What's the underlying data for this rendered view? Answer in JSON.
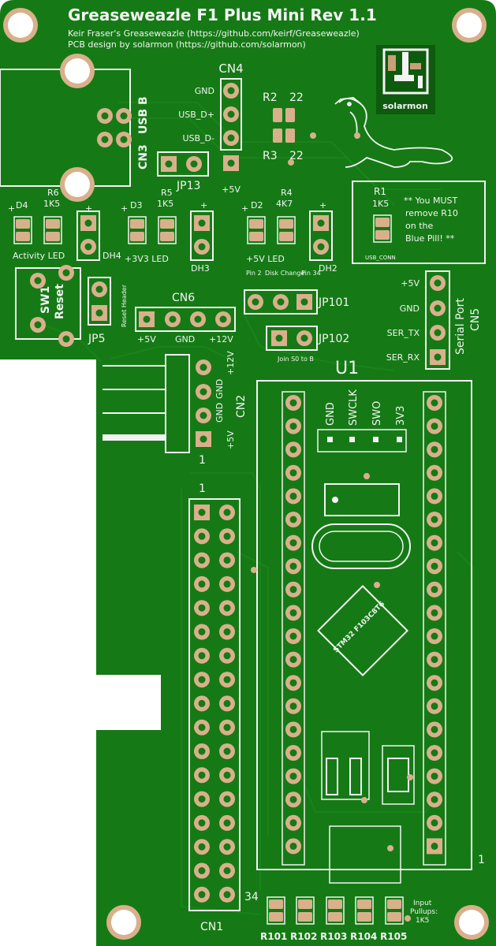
{
  "board": {
    "title": "Greaseweazle F1 Plus Mini Rev 1.1",
    "line2": "Keir Fraser's Greaseweazle (https://github.com/keirf/Greaseweazle)",
    "line3": "PCB design by solarmon (https://github.com/solarmon)",
    "colors": {
      "board": "#157a15",
      "board_dark": "#0f6410",
      "silk": "#f3f3f3",
      "copper": "#c8a078",
      "pad_hole": "#157a15",
      "pad_ring": "#d9b08c"
    }
  },
  "logo": {
    "text": "solarmon"
  },
  "usb": {
    "label": "CN3",
    "label2": "USB B"
  },
  "cn4": {
    "title": "CN4",
    "pins": [
      "GND",
      "USB_D+",
      "USB_D-",
      "+5V"
    ]
  },
  "r2": {
    "name": "R2",
    "value": "22"
  },
  "r3": {
    "name": "R3",
    "value": "22"
  },
  "jp13": {
    "name": "JP13"
  },
  "d4": {
    "name": "D4",
    "plus": "+",
    "label": "Activity LED"
  },
  "r6": {
    "name": "R6",
    "value": "1K5"
  },
  "dh4": {
    "name": "DH4",
    "plus": "+"
  },
  "d3": {
    "name": "D3",
    "plus": "+",
    "label": "+3V3 LED"
  },
  "r5": {
    "name": "R5",
    "value": "1K5"
  },
  "dh3": {
    "name": "DH3",
    "plus": "+"
  },
  "d2": {
    "name": "D2",
    "plus": "+",
    "label": "+5V LED"
  },
  "r4": {
    "name": "R4",
    "value": "4K7"
  },
  "dh2": {
    "name": "DH2",
    "plus": "+"
  },
  "r1box": {
    "name": "R1",
    "value": "1K5",
    "note1": "** You MUST",
    "note2": "remove R10",
    "note3": "on the",
    "note4": "Blue Pill! **",
    "small": "USB_CONN"
  },
  "sw1": {
    "name": "SW1",
    "label": "Reset"
  },
  "jp5": {
    "name": "JP5",
    "label": "Reset Header"
  },
  "cn6": {
    "name": "CN6",
    "pins": [
      "+5V",
      "GND",
      "+12V"
    ]
  },
  "jp101": {
    "name": "JP101",
    "pin_left": "Pin 2",
    "pin_mid": "Disk Change",
    "pin_right": "Pin 34"
  },
  "jp102": {
    "name": "JP102",
    "note": "Join S0 to B"
  },
  "cn5": {
    "name": "CN5",
    "title": "Serial Port",
    "pins": [
      "+5V",
      "GND",
      "SER_TX",
      "SER_RX"
    ]
  },
  "u1": {
    "name": "U1",
    "pins": [
      "GND",
      "SWCLK",
      "SWO",
      "3V3"
    ],
    "pin1": "1",
    "chip": "STM32 F103C8T6"
  },
  "cn2": {
    "name": "CN2",
    "pins": [
      "+12V",
      "GND",
      "GND",
      "+5V"
    ],
    "pin1": "1"
  },
  "cn1": {
    "name": "CN1",
    "pin1": "1",
    "pin34": "34"
  },
  "pullups": {
    "label1": "Input",
    "label2": "Pullups:",
    "label3": "1K5",
    "resistors": [
      "R101",
      "R102",
      "R103",
      "R104",
      "R105"
    ]
  }
}
